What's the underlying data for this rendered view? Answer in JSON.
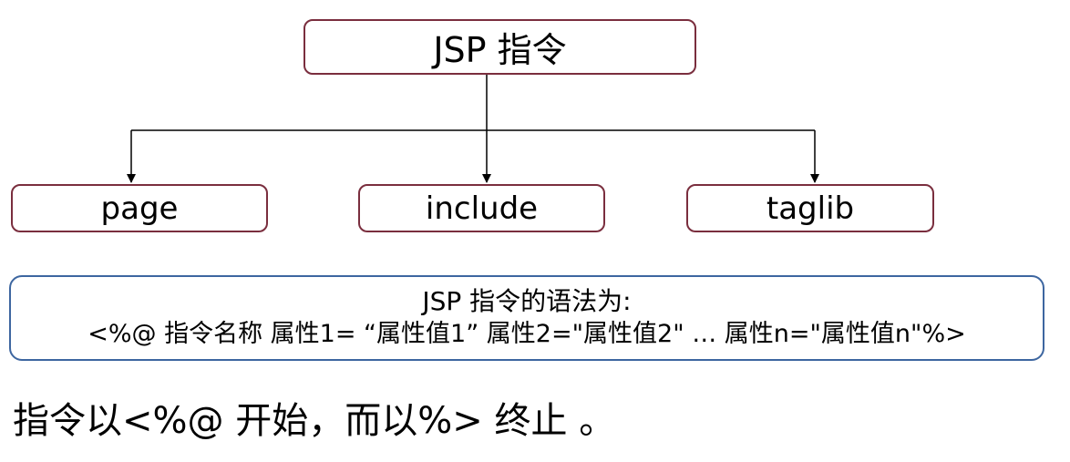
{
  "diagram": {
    "root": {
      "label": "JSP 指令"
    },
    "children": [
      {
        "label": "page"
      },
      {
        "label": "include"
      },
      {
        "label": "taglib"
      }
    ],
    "colors": {
      "node_border": "#7a2e3e",
      "syntax_border": "#3d66a0",
      "connector": "#000000"
    }
  },
  "syntax": {
    "line1": "JSP 指令的语法为:",
    "line2": "<%@ 指令名称 属性1= “属性值1” 属性2=\"属性值2\" … 属性n=\"属性值n\"%>"
  },
  "footer": {
    "note": "指令以<%@ 开始，而以%> 终止 。"
  }
}
